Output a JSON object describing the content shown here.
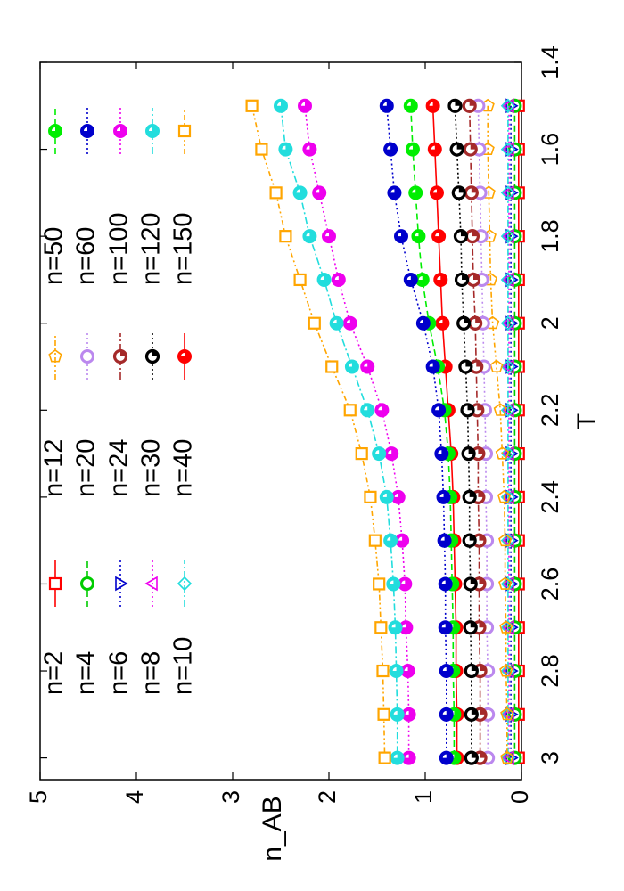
{
  "chart_data": {
    "type": "line",
    "orientation": "rotated-90-ccw",
    "xlabel": "T",
    "ylabel": "n_AB",
    "xlim": [
      1.4,
      3.05
    ],
    "ylim": [
      0,
      5
    ],
    "x_ticks": [
      "1.4",
      "1.6",
      "1.8",
      "2",
      "2.2",
      "2.4",
      "2.6",
      "2.8",
      "3"
    ],
    "y_ticks": [
      "0",
      "1",
      "2",
      "3",
      "4",
      "5"
    ],
    "grid": false,
    "legend_position": "top-left",
    "x": [
      1.5,
      1.6,
      1.7,
      1.8,
      1.9,
      2.0,
      2.1,
      2.2,
      2.3,
      2.4,
      2.5,
      2.6,
      2.7,
      2.8,
      2.9,
      3.0
    ],
    "series": [
      {
        "name": "n=2",
        "color": "#ff0000",
        "dash": "solid",
        "marker": "square",
        "values": [
          0.03,
          0.03,
          0.03,
          0.03,
          0.03,
          0.03,
          0.03,
          0.03,
          0.03,
          0.03,
          0.03,
          0.03,
          0.03,
          0.03,
          0.03,
          0.03
        ]
      },
      {
        "name": "n=4",
        "color": "#00cc00",
        "dash": "dashed",
        "marker": "circle-open",
        "values": [
          0.07,
          0.07,
          0.07,
          0.07,
          0.07,
          0.07,
          0.07,
          0.07,
          0.07,
          0.07,
          0.07,
          0.07,
          0.07,
          0.07,
          0.07,
          0.07
        ]
      },
      {
        "name": "n=6",
        "color": "#0000cc",
        "dash": "dotted",
        "marker": "triangle",
        "values": [
          0.11,
          0.11,
          0.11,
          0.11,
          0.11,
          0.11,
          0.11,
          0.11,
          0.11,
          0.11,
          0.11,
          0.11,
          0.11,
          0.11,
          0.11,
          0.11
        ]
      },
      {
        "name": "n=8",
        "color": "#ee00ee",
        "dash": "dotted",
        "marker": "triangle-right",
        "values": [
          0.13,
          0.13,
          0.13,
          0.13,
          0.13,
          0.13,
          0.13,
          0.13,
          0.13,
          0.13,
          0.13,
          0.13,
          0.13,
          0.13,
          0.13,
          0.13
        ]
      },
      {
        "name": "n=10",
        "color": "#22dddd",
        "dash": "dashdot",
        "marker": "diamond",
        "values": [
          0.14,
          0.14,
          0.14,
          0.14,
          0.14,
          0.14,
          0.14,
          0.14,
          0.14,
          0.14,
          0.14,
          0.14,
          0.14,
          0.14,
          0.14,
          0.14
        ]
      },
      {
        "name": "n=12",
        "color": "#ffa500",
        "dash": "dashdotdot",
        "marker": "pentagon",
        "values": [
          0.35,
          0.35,
          0.34,
          0.33,
          0.32,
          0.3,
          0.26,
          0.22,
          0.2,
          0.18,
          0.17,
          0.17,
          0.16,
          0.16,
          0.15,
          0.15
        ]
      },
      {
        "name": "n=20",
        "color": "#bb88ee",
        "dash": "dotted",
        "marker": "circle-open",
        "values": [
          0.45,
          0.44,
          0.43,
          0.42,
          0.41,
          0.4,
          0.39,
          0.38,
          0.37,
          0.37,
          0.36,
          0.36,
          0.36,
          0.35,
          0.35,
          0.35
        ]
      },
      {
        "name": "n=24",
        "color": "#a52a2a",
        "dash": "dashdot",
        "marker": "circle-half",
        "values": [
          0.54,
          0.53,
          0.52,
          0.51,
          0.5,
          0.48,
          0.47,
          0.46,
          0.45,
          0.45,
          0.44,
          0.44,
          0.44,
          0.43,
          0.43,
          0.43
        ]
      },
      {
        "name": "n=30",
        "color": "#000000",
        "dash": "dotted",
        "marker": "circle-half",
        "values": [
          0.69,
          0.67,
          0.65,
          0.63,
          0.62,
          0.6,
          0.58,
          0.56,
          0.55,
          0.54,
          0.54,
          0.53,
          0.53,
          0.52,
          0.52,
          0.52
        ]
      },
      {
        "name": "n=40",
        "color": "#ff0000",
        "dash": "solid",
        "marker": "circle-half-filled",
        "values": [
          0.92,
          0.9,
          0.88,
          0.86,
          0.84,
          0.82,
          0.79,
          0.76,
          0.73,
          0.71,
          0.7,
          0.69,
          0.68,
          0.68,
          0.67,
          0.67
        ]
      },
      {
        "name": "n=50",
        "color": "#00ee00",
        "dash": "dashed",
        "marker": "circle-half-filled",
        "values": [
          1.15,
          1.13,
          1.1,
          1.07,
          1.03,
          0.96,
          0.87,
          0.8,
          0.76,
          0.74,
          0.73,
          0.72,
          0.71,
          0.71,
          0.7,
          0.7
        ]
      },
      {
        "name": "n=60",
        "color": "#0000cc",
        "dash": "dotted",
        "marker": "circle-half-filled",
        "values": [
          1.4,
          1.36,
          1.32,
          1.25,
          1.15,
          1.02,
          0.92,
          0.86,
          0.83,
          0.81,
          0.8,
          0.79,
          0.79,
          0.78,
          0.78,
          0.78
        ]
      },
      {
        "name": "n=100",
        "color": "#ee00ee",
        "dash": "dotted",
        "marker": "circle-half-filled",
        "values": [
          2.25,
          2.2,
          2.1,
          2.0,
          1.9,
          1.78,
          1.6,
          1.45,
          1.35,
          1.28,
          1.24,
          1.21,
          1.2,
          1.18,
          1.17,
          1.17
        ]
      },
      {
        "name": "n=120",
        "color": "#22dddd",
        "dash": "dashdot",
        "marker": "circle-half-filled",
        "values": [
          2.5,
          2.45,
          2.3,
          2.2,
          2.05,
          1.92,
          1.76,
          1.6,
          1.48,
          1.4,
          1.36,
          1.33,
          1.31,
          1.3,
          1.29,
          1.29
        ]
      },
      {
        "name": "n=150",
        "color": "#ffa500",
        "dash": "dashdotdot",
        "marker": "square",
        "values": [
          2.8,
          2.7,
          2.55,
          2.45,
          2.3,
          2.15,
          1.97,
          1.78,
          1.66,
          1.57,
          1.52,
          1.48,
          1.46,
          1.44,
          1.43,
          1.42
        ]
      }
    ]
  }
}
